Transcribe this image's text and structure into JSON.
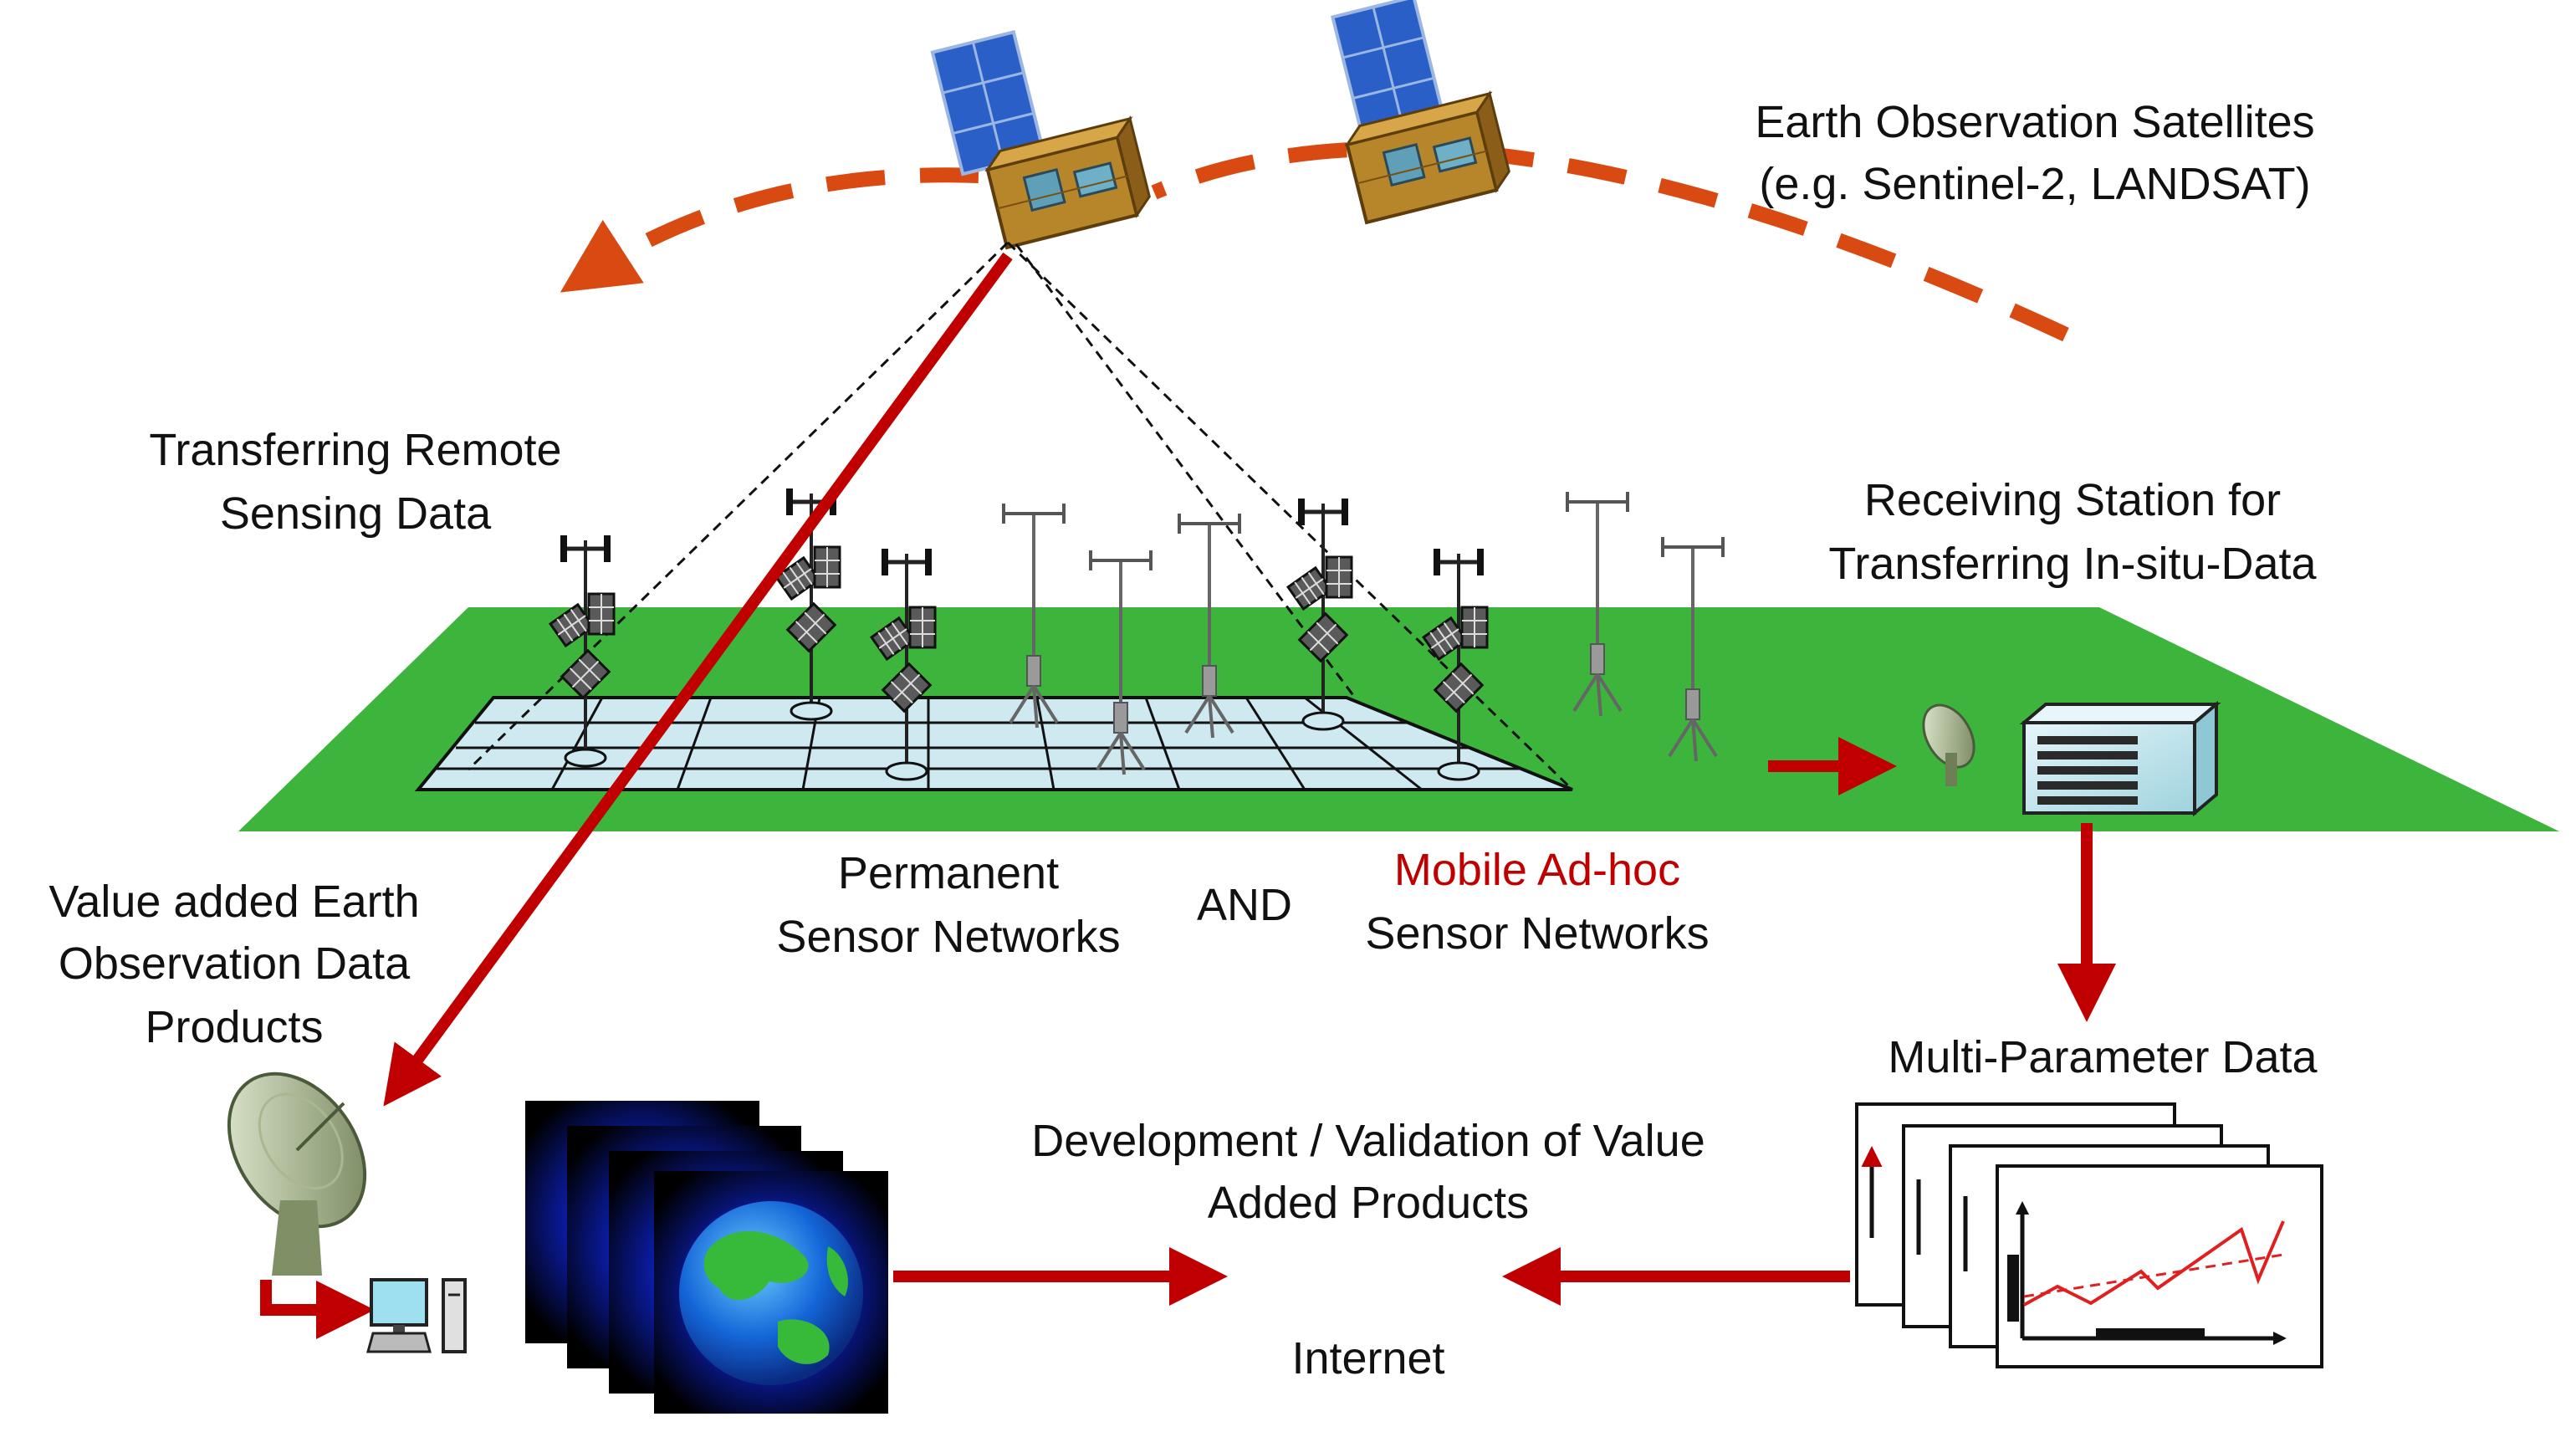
{
  "labels": {
    "satellites_line1": "Earth Observation Satellites",
    "satellites_line2": "(e.g. Sentinel-2, LANDSAT)",
    "transfer_remote_line1": "Transferring Remote",
    "transfer_remote_line2": "Sensing Data",
    "receiving_line1": "Receiving Station for",
    "receiving_line2": "Transferring In-situ-Data",
    "value_added_line1": "Value added Earth",
    "value_added_line2": "Observation Data",
    "value_added_line3": "Products",
    "permanent_line1": "Permanent",
    "permanent_line2": "Sensor Networks",
    "and": "AND",
    "mobile_line1": "Mobile Ad-hoc",
    "mobile_line2": "Sensor Networks",
    "multi_param": "Multi-Parameter Data",
    "development_line1": "Development / Validation of Value",
    "development_line2": "Added Products",
    "internet": "Internet"
  },
  "colors": {
    "orbit": "#d84a12",
    "flow_arrow": "#c00000",
    "field": "#3db53d",
    "grid": "#cfe9f0",
    "mobile_text": "#c00000"
  },
  "icons": {
    "satellite": "satellite-icon",
    "sensor_station": "solar-sensor-station-icon",
    "tripod_sensor": "tripod-sensor-icon",
    "dish": "satellite-dish-icon",
    "server": "receiving-station-server-icon",
    "computer": "desktop-computer-icon",
    "globe": "earth-globe-icon",
    "chart_stack": "line-chart-icon"
  }
}
